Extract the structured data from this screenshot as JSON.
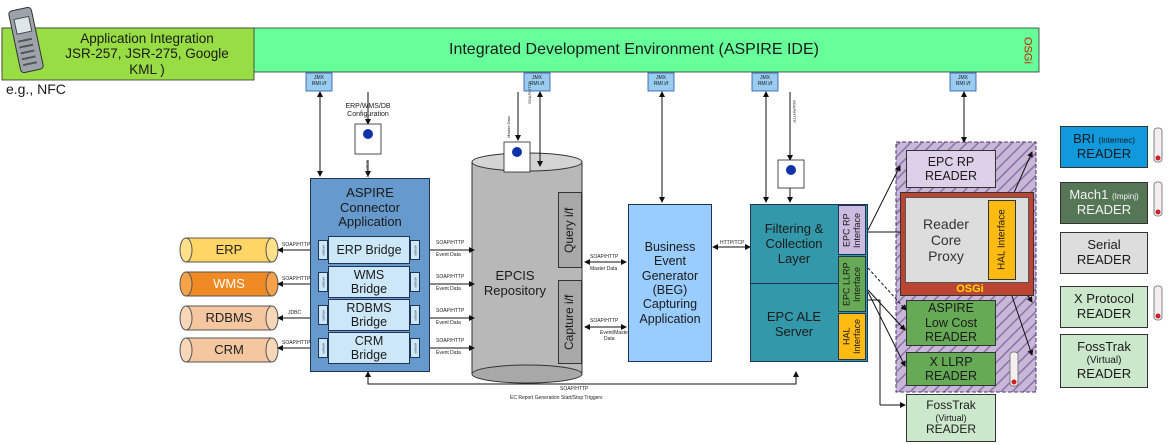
{
  "ide": {
    "title": "Integrated Development Environment (ASPIRE IDE)",
    "osgi": "OSGi"
  },
  "app_integration": {
    "line1": "Application Integration",
    "line2": "JSR-257, JSR-275, Google",
    "line3": "KML )"
  },
  "nfc_label": "e.g., NFC",
  "jmx_label": "JMX",
  "rmi_label": "RMI i/f",
  "erp_config": {
    "line1": "ERP/WMS/DB",
    "line2": "Configuration"
  },
  "soap_http": "SOAP/HTTP",
  "connector": {
    "line1": "ASPIRE",
    "line2": "Connector",
    "line3": "Application"
  },
  "bridges": [
    {
      "line1": "ERP Bridge",
      "line2": ""
    },
    {
      "line1": "WMS",
      "line2": "Bridge"
    },
    {
      "line1": "RDBMS",
      "line2": "Bridge"
    },
    {
      "line1": "CRM",
      "line2": "Bridge"
    }
  ],
  "bridge_side_label": "API/SPI",
  "enterprise": [
    {
      "label": "ERP",
      "link": "SOAP/HTTP"
    },
    {
      "label": "WMS",
      "link": "SOAP/HTTP"
    },
    {
      "label": "RDBMS",
      "link": "JDBC"
    },
    {
      "label": "CRM",
      "link": "SOAP/HTTP"
    }
  ],
  "event_data": "Event Data",
  "epcis": {
    "line1": "EPCIS",
    "line2": "Repository"
  },
  "query_if": "Query i/f",
  "capture_if": "Capture i/f",
  "master_data": "Master Data",
  "event_master_line1": "Event/Master",
  "event_master_line2": "Data",
  "beg": {
    "line1": "Business",
    "line2": "Event",
    "line3": "Generator",
    "line4": "(BEG)",
    "line5": "Capturing",
    "line6": "Application"
  },
  "http_tcp": "HTTP/TCP",
  "filtering": {
    "line1": "Filtering &",
    "line2": "Collection",
    "line3": "Layer"
  },
  "ale": {
    "line1": "EPC ALE",
    "line2": "Server"
  },
  "ale_interfaces": {
    "epc_rp": "EPC RP Interface",
    "epc_llrp": "EPC LLRP Interface",
    "hal": "HAL Interface"
  },
  "ec_report": {
    "line1": "SOAP/HTTP",
    "line2": "EC Report Generation Start/Stop Triggers"
  },
  "readers_mid": [
    {
      "line1": "EPC RP",
      "line2": "READER",
      "line3": ""
    },
    {
      "line1": "ASPIRE",
      "line2": "Low Cost",
      "line3": "READER"
    },
    {
      "line1": "X LLRP",
      "line2": "READER",
      "line3": ""
    },
    {
      "line1": "FossTrak",
      "line2": "(Virtual)",
      "line3": "READER"
    }
  ],
  "proxy": {
    "line1": "Reader",
    "line2": "Core",
    "line3": "Proxy",
    "hal": "HAL Interface",
    "osgi": "OSGi"
  },
  "readers_right": [
    {
      "line1": "BRI",
      "line1b": "(Intermec)",
      "line2": "READER",
      "line3": ""
    },
    {
      "line1": "Mach1",
      "line1b": "(Impinj)",
      "line2": "READER",
      "line3": ""
    },
    {
      "line1": "Serial",
      "line1b": "",
      "line2": "READER",
      "line3": ""
    },
    {
      "line1": "X Protocol",
      "line1b": "",
      "line2": "READER",
      "line3": ""
    },
    {
      "line1": "FossTrak",
      "line1b": "",
      "line2": "(Virtual)",
      "line3": "READER"
    }
  ],
  "colors": {
    "ide_green": "#66ff99",
    "app_green": "#99dd44",
    "connector_blue": "#6699cc",
    "bridge_light": "#cce8f8",
    "beg_blue": "#99ccff",
    "ale_teal": "#3399aa",
    "epcis_gray": "#b8b8b8",
    "orange_if": "#ffbb11",
    "proxy_red": "#bb4433",
    "reader_lilac": "#ddd0e8",
    "reader_green": "#66aa55",
    "bri_blue": "#1199dd",
    "mach1_green": "#557755",
    "reader_gray": "#dddddd",
    "reader_mint": "#cce8cc"
  }
}
